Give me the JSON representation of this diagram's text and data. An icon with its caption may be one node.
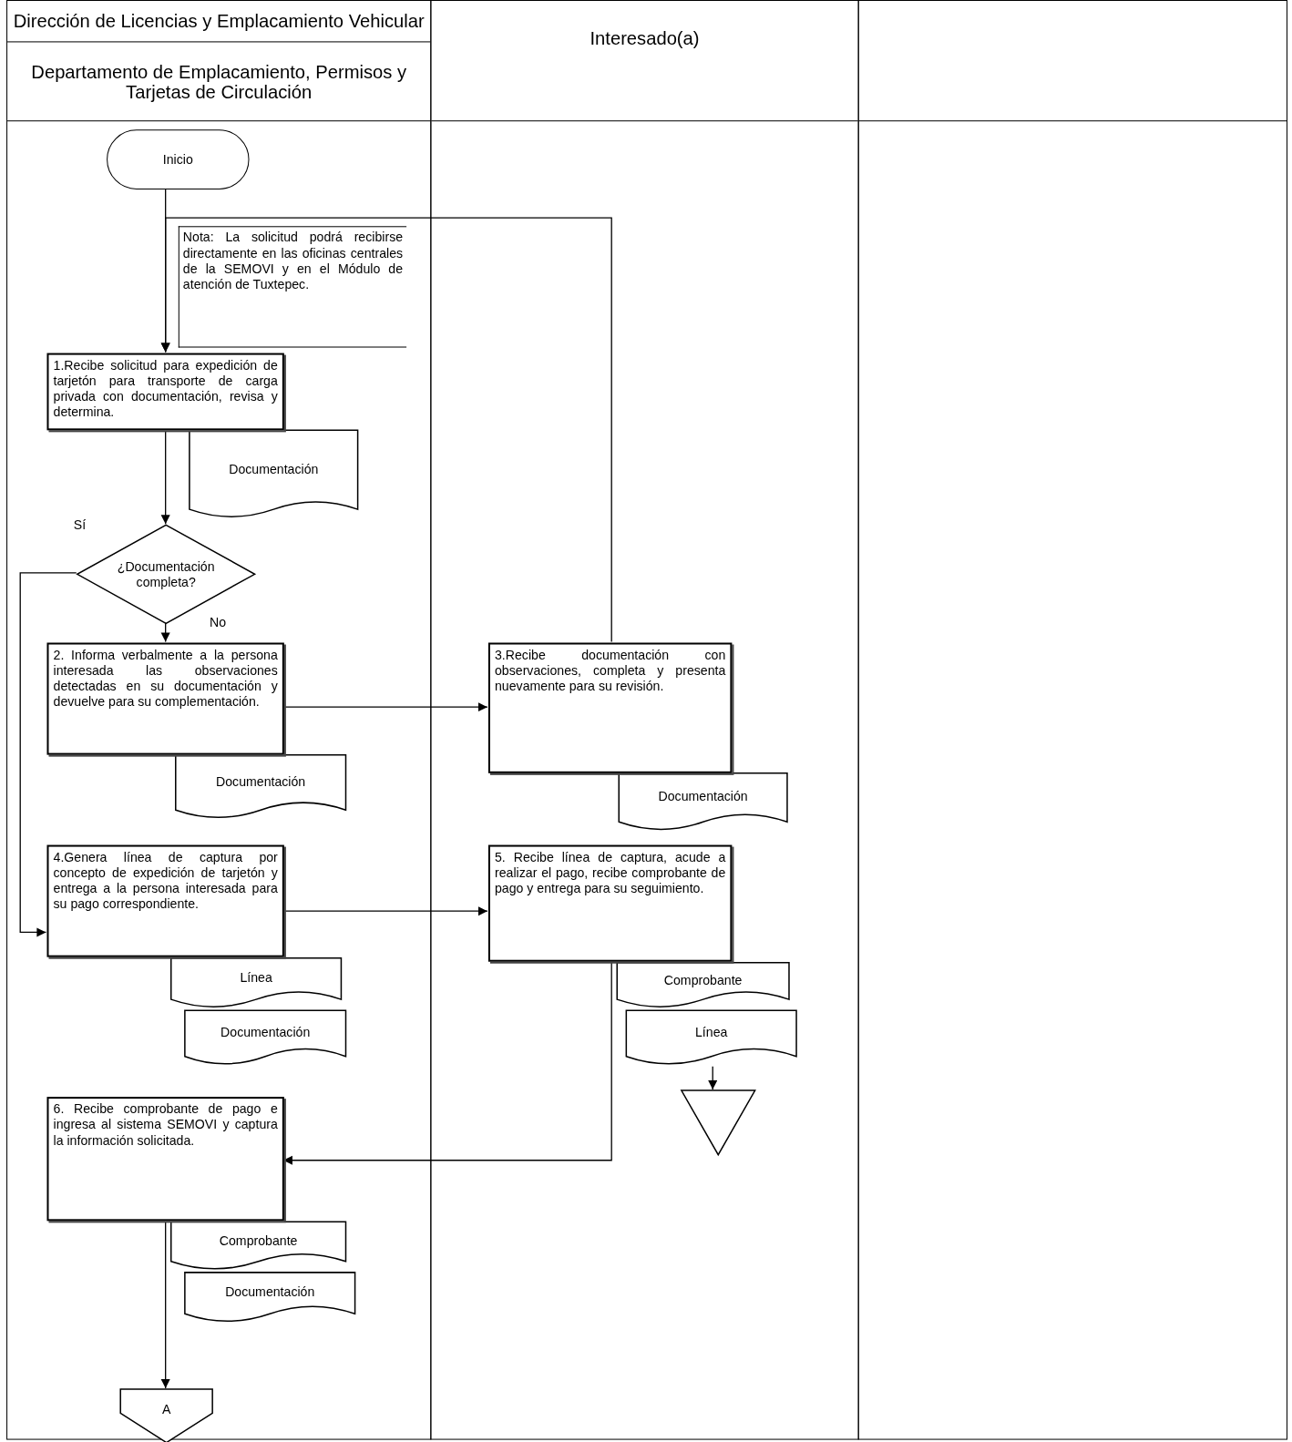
{
  "diagram": {
    "nodes": [
      {
        "text": [
          "Dirección de Licencias y Emplacamiento Vehicular",
          "Departamento de Emplacamiento, Permisos y Tarjetas de Circulación"
        ]
      },
      {
        "text": [
          "Interesado(a)"
        ]
      },
      {
        "text": [],
        "shape": "box"
      },
      {
        "text": [
          "Inicio"
        ],
        "in": 0
      },
      {
        "text": [
          "Nota: La solicitud podrá recibirse directamente en las oficinas centrales de la SEMOVI y en el Módulo de atención de Tuxtepec."
        ],
        "in": 0
      },
      {
        "text": [
          "1.Recibe solicitud para expedición de tarjetón para transporte de carga privada con documentación, revisa y determina."
        ],
        "in": 0
      },
      {
        "text": [
          "Documentación"
        ],
        "in": 0
      },
      {
        "text": [
          "¿Documentación completa?"
        ],
        "in": 0
      },
      {
        "text": [
          "2. Informa verbalmente a la persona interesada las observaciones detectadas en su documentación y devuelve para su complementación."
        ],
        "in": 0
      },
      {
        "text": [
          "Documentación"
        ],
        "in": 0
      },
      {
        "text": [
          "3.Recibe documentación con observaciones, completa y presenta nuevamente para su revisión."
        ],
        "in": 1
      },
      {
        "text": [
          "Documentación"
        ],
        "in": 1
      },
      {
        "text": [
          "4.Genera línea de captura por concepto de expedición de tarjetón y entrega a la persona interesada para su pago correspondiente."
        ],
        "in": 0
      },
      {
        "text": [
          "Línea"
        ],
        "in": 0
      },
      {
        "text": [
          "Documentación"
        ],
        "in": 0
      },
      {
        "text": [
          "5. Recibe línea de captura, acude a realizar el pago, recibe comprobante de pago y entrega para su seguimiento."
        ],
        "in": 1
      },
      {
        "text": [
          "Comprobante"
        ],
        "in": 1
      },
      {
        "text": [
          "Línea"
        ],
        "in": 1
      },
      {
        "text": [],
        "shape": "triangle",
        "in": 1
      },
      {
        "text": [
          "6. Recibe comprobante de pago e ingresa al sistema SEMOVI y captura la información solicitada."
        ],
        "in": 0
      },
      {
        "text": [
          "Comprobante"
        ],
        "in": 0
      },
      {
        "text": [
          "Documentación"
        ],
        "in": 0
      },
      {
        "text": [
          "A"
        ],
        "in": 0
      }
    ],
    "edges": [
      {
        "from": 3,
        "to": 5,
        "arrow": "to"
      },
      {
        "from": 10,
        "to": 5,
        "arrow": "to"
      },
      {
        "from": 5,
        "to": 7,
        "arrow": "to"
      },
      {
        "from": 7,
        "to": 8,
        "arrow": "to",
        "label": "No"
      },
      {
        "from": 7,
        "to": 12,
        "arrow": "to",
        "label": "Sí"
      },
      {
        "from": 8,
        "to": 10,
        "arrow": "to"
      },
      {
        "from": 12,
        "to": 15,
        "arrow": "to"
      },
      {
        "from": 15,
        "to": 19,
        "arrow": "to"
      },
      {
        "from": 17,
        "to": 18,
        "arrow": "to"
      },
      {
        "from": 19,
        "to": 22,
        "arrow": "to"
      }
    ]
  }
}
